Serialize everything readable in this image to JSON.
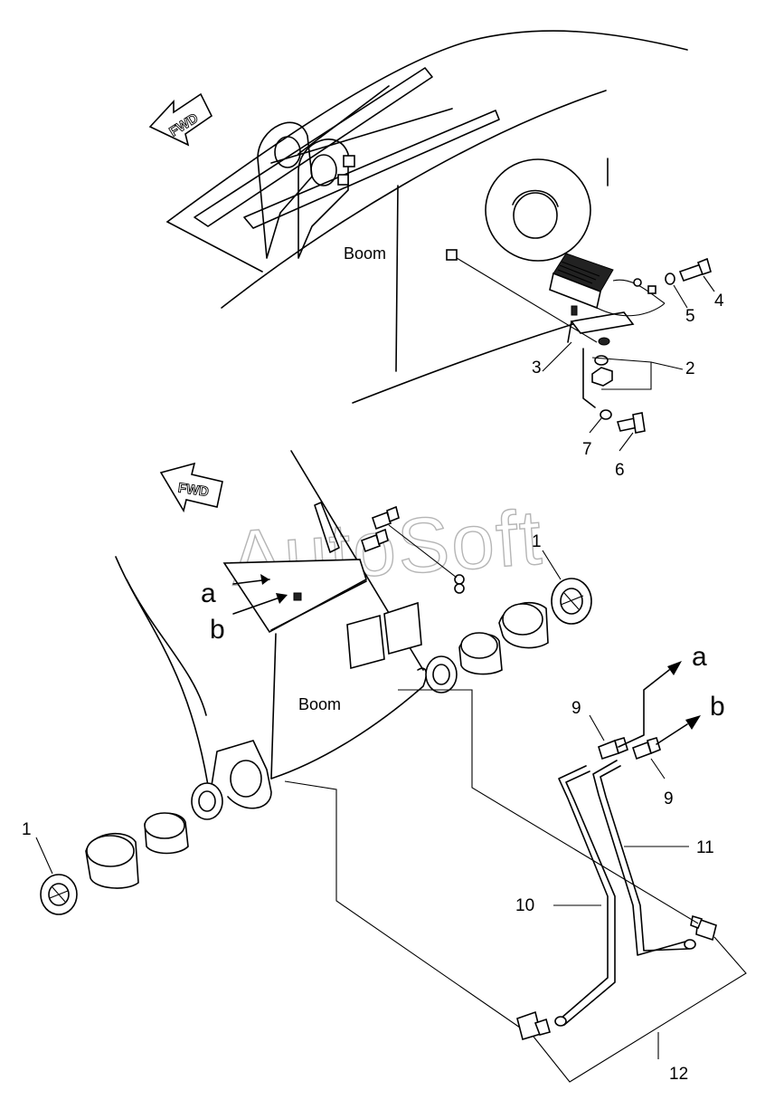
{
  "watermark": "AutoSoft",
  "top_view": {
    "fwd": "FWD",
    "boom": "Boom",
    "callouts": [
      "2",
      "3",
      "4",
      "5",
      "6",
      "7"
    ]
  },
  "bottom_view": {
    "fwd": "FWD",
    "boom": "Boom",
    "port_a": "a",
    "port_b": "b",
    "callouts": [
      "1",
      "1",
      "9",
      "9",
      "10",
      "11",
      "12"
    ]
  }
}
